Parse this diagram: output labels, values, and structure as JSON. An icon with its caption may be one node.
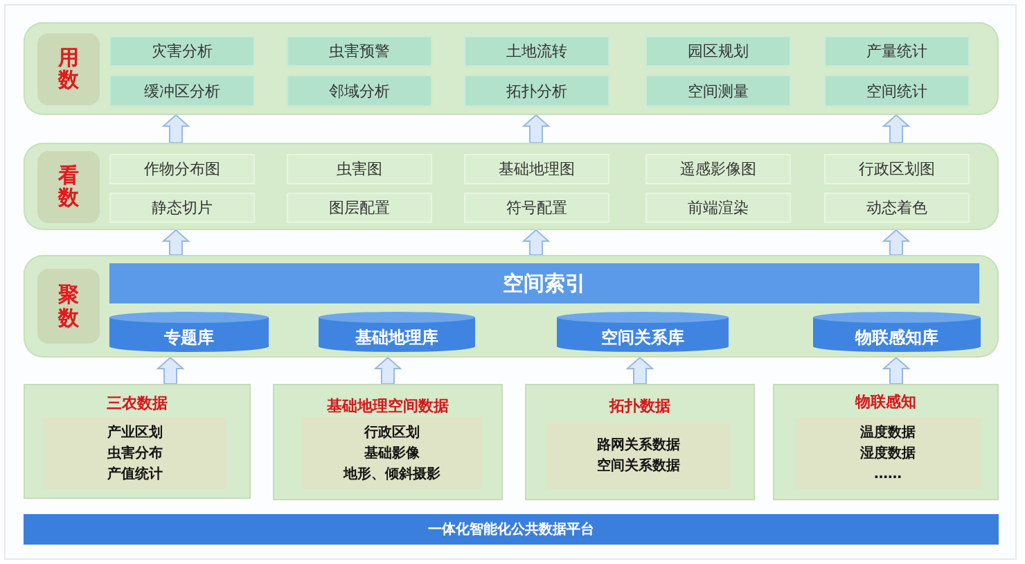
{
  "diagram": {
    "nodes": [
      {
        "text": [
          "用数"
        ]
      },
      {
        "text": [
          "灾害分析"
        ],
        "in": 0
      },
      {
        "text": [
          "虫害预警"
        ],
        "in": 0
      },
      {
        "text": [
          "土地流转"
        ],
        "in": 0
      },
      {
        "text": [
          "园区规划"
        ],
        "in": 0
      },
      {
        "text": [
          "产量统计"
        ],
        "in": 0
      },
      {
        "text": [
          "缓冲区分析"
        ],
        "in": 0
      },
      {
        "text": [
          "邻域分析"
        ],
        "in": 0
      },
      {
        "text": [
          "拓扑分析"
        ],
        "in": 0
      },
      {
        "text": [
          "空间测量"
        ],
        "in": 0
      },
      {
        "text": [
          "空间统计"
        ],
        "in": 0
      },
      {
        "text": [
          "看数"
        ]
      },
      {
        "text": [
          "作物分布图"
        ],
        "in": 11
      },
      {
        "text": [
          "虫害图"
        ],
        "in": 11
      },
      {
        "text": [
          "基础地理图"
        ],
        "in": 11
      },
      {
        "text": [
          "遥感影像图"
        ],
        "in": 11
      },
      {
        "text": [
          "行政区划图"
        ],
        "in": 11
      },
      {
        "text": [
          "静态切片"
        ],
        "in": 11
      },
      {
        "text": [
          "图层配置"
        ],
        "in": 11
      },
      {
        "text": [
          "符号配置"
        ],
        "in": 11
      },
      {
        "text": [
          "前端渲染"
        ],
        "in": 11
      },
      {
        "text": [
          "动态着色"
        ],
        "in": 11
      },
      {
        "text": [
          "聚数"
        ]
      },
      {
        "text": [
          "空间索引"
        ],
        "in": 22
      },
      {
        "text": [
          "专题库"
        ],
        "in": 22
      },
      {
        "text": [
          "基础地理库"
        ],
        "in": 22
      },
      {
        "text": [
          "空间关系库"
        ],
        "in": 22
      },
      {
        "text": [
          "物联感知库"
        ],
        "in": 22
      },
      {
        "text": [
          "三农数据"
        ]
      },
      {
        "text": [
          "产业区划",
          "虫害分布",
          "产值统计"
        ],
        "in": 28
      },
      {
        "text": [
          "基础地理空间数据"
        ]
      },
      {
        "text": [
          "行政区划",
          "基础影像",
          "地形、倾斜摄影"
        ],
        "in": 30
      },
      {
        "text": [
          "拓扑数据"
        ]
      },
      {
        "text": [
          "路网关系数据",
          "空间关系数据"
        ],
        "in": 32
      },
      {
        "text": [
          "物联感知"
        ]
      },
      {
        "text": [
          "温度数据",
          "湿度数据",
          "……"
        ],
        "in": 34
      },
      {
        "text": [
          "一体化智能化公共数据平台"
        ]
      }
    ],
    "edges": [
      {
        "from": 11,
        "to": 0,
        "arrow": "to"
      },
      {
        "from": 11,
        "to": 0,
        "arrow": "to"
      },
      {
        "from": 11,
        "to": 0,
        "arrow": "to"
      },
      {
        "from": 22,
        "to": 11,
        "arrow": "to"
      },
      {
        "from": 22,
        "to": 11,
        "arrow": "to"
      },
      {
        "from": 22,
        "to": 11,
        "arrow": "to"
      },
      {
        "from": 28,
        "to": 22,
        "arrow": "to"
      },
      {
        "from": 30,
        "to": 22,
        "arrow": "to"
      },
      {
        "from": 32,
        "to": 22,
        "arrow": "to"
      },
      {
        "from": 34,
        "to": 22,
        "arrow": "to"
      }
    ]
  }
}
